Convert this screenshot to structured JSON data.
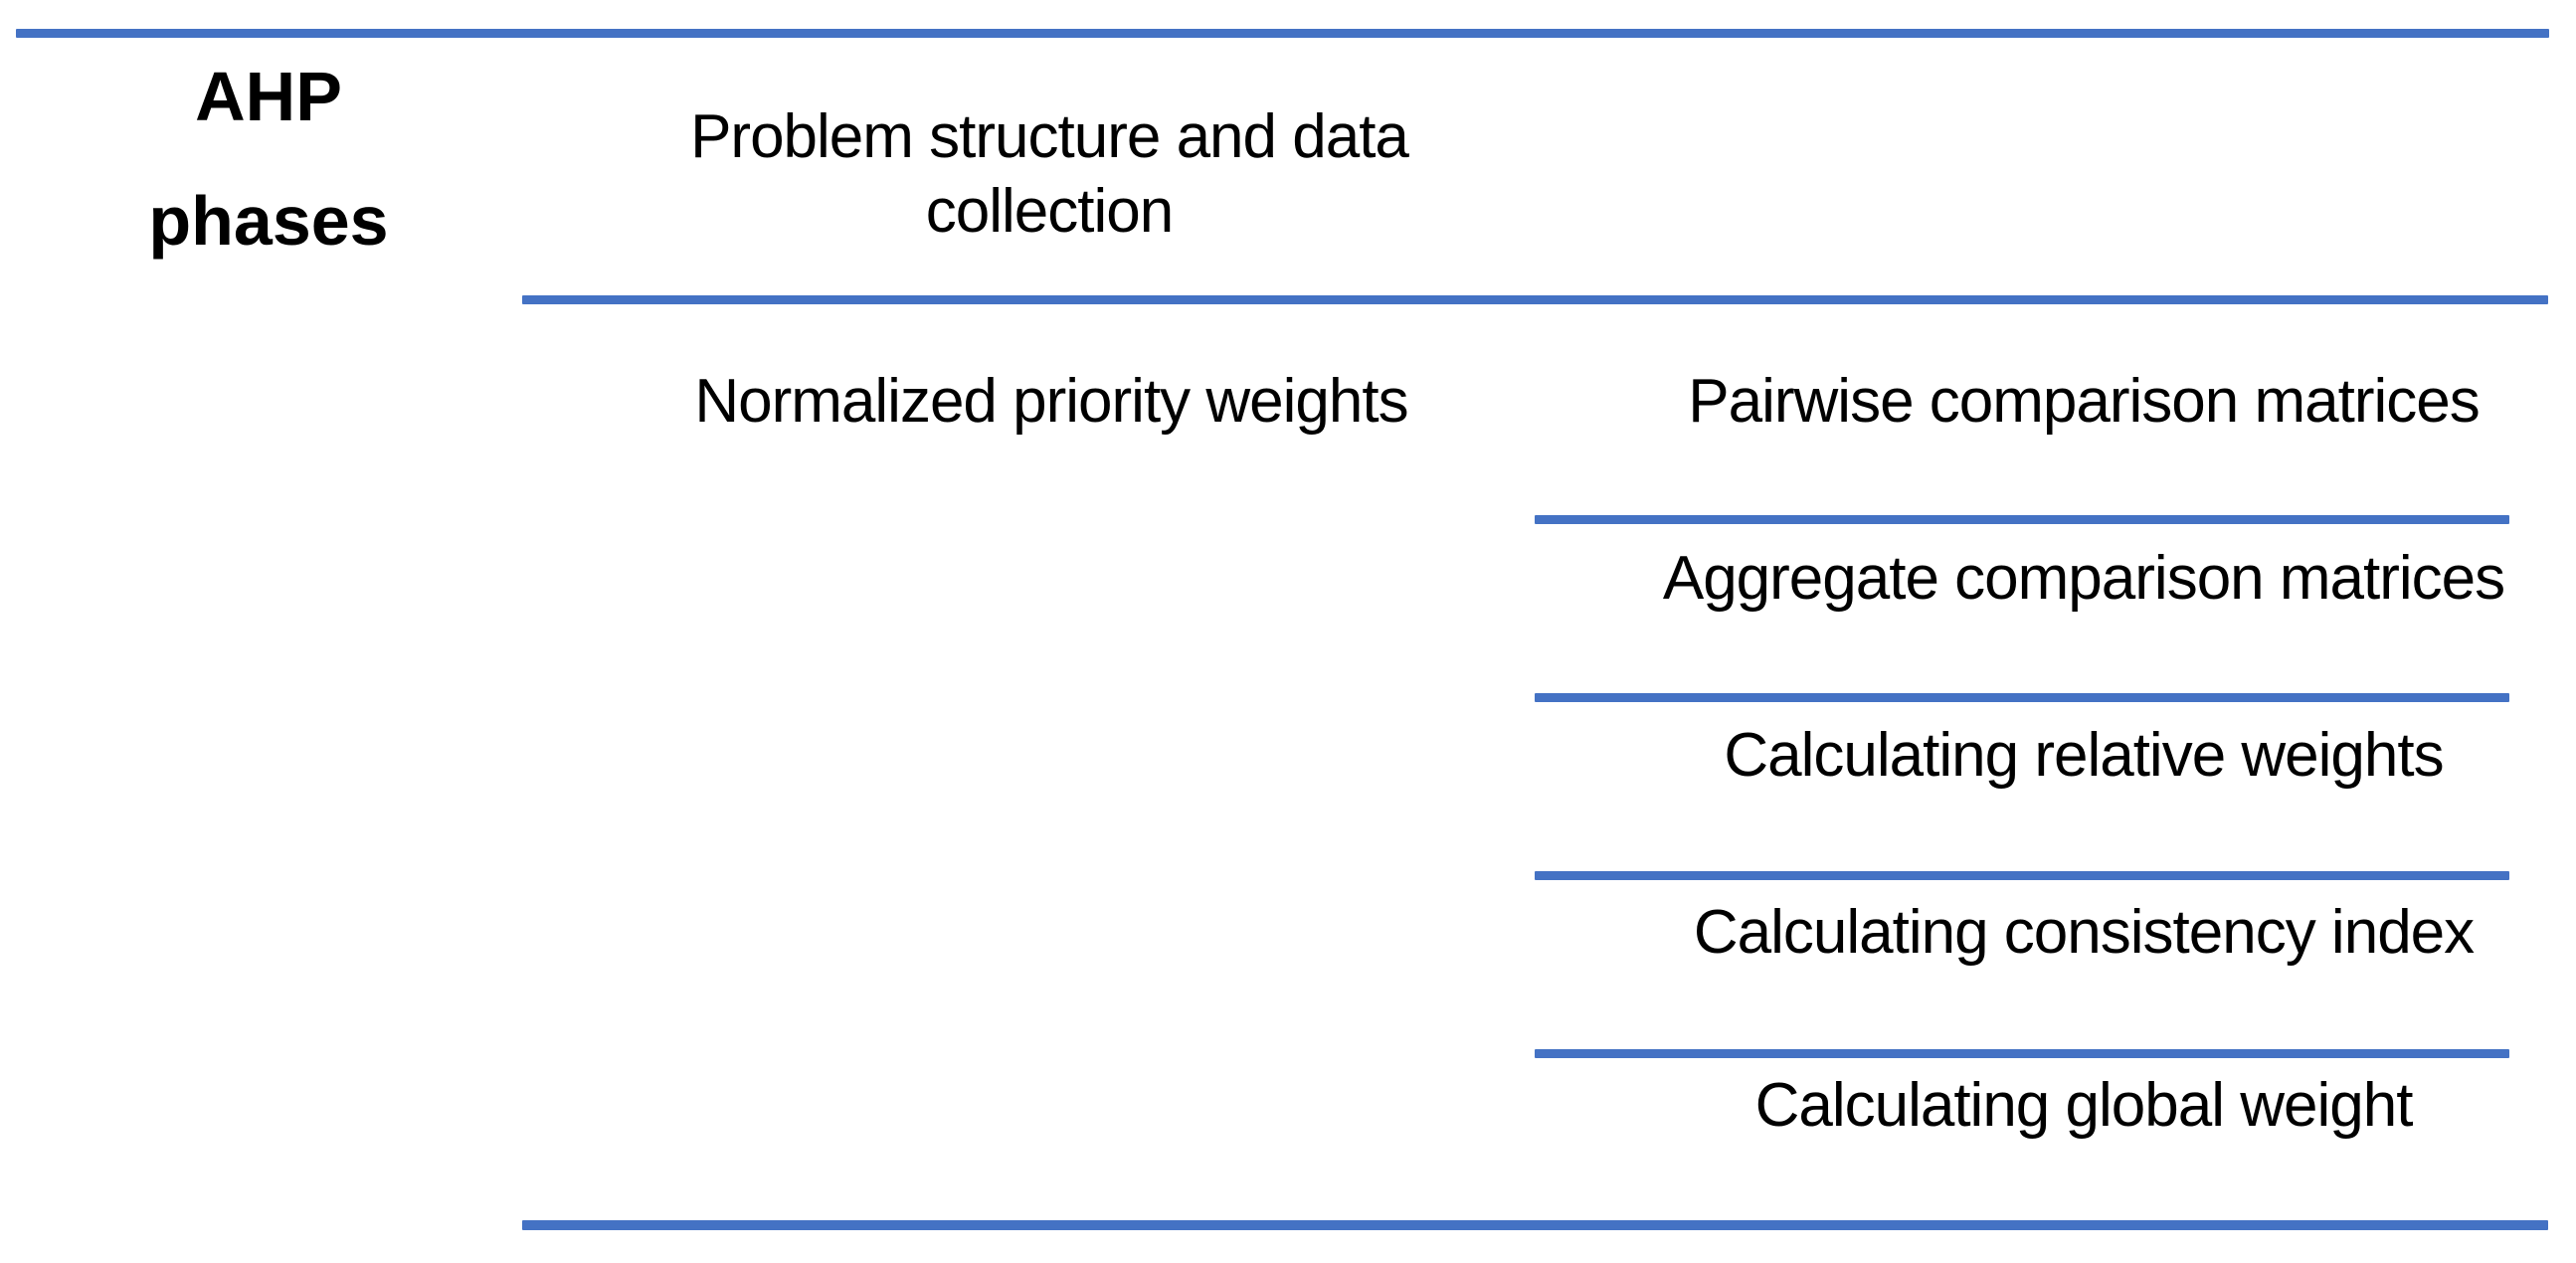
{
  "diagram": {
    "row_header": {
      "line1": "AHP",
      "line2": "phases"
    },
    "phase_problem_structure": {
      "line1": "Problem structure and data",
      "line2": "collection"
    },
    "phase_weights": {
      "left_label": "Normalized priority weights",
      "steps": [
        "Pairwise comparison matrices",
        "Aggregate comparison matrices",
        "Calculating relative weights",
        "Calculating consistency index",
        "Calculating global weight"
      ]
    },
    "colors": {
      "rule": "#4472C4",
      "text": "#000000",
      "background": "#ffffff"
    }
  }
}
